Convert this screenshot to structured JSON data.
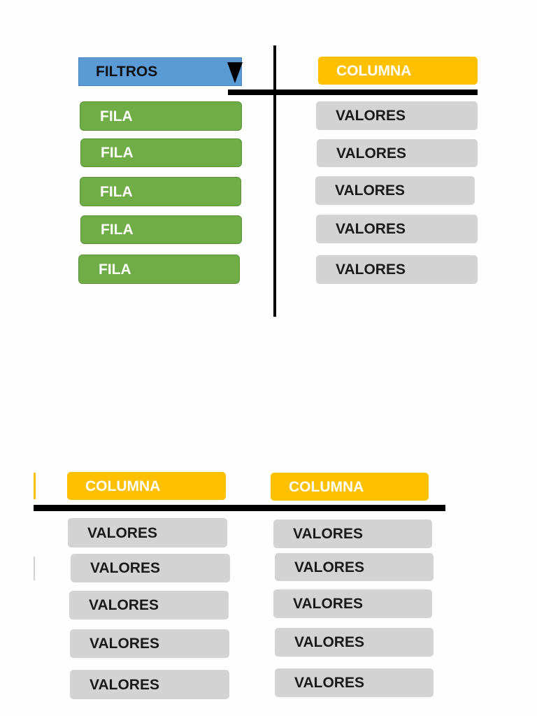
{
  "diagram_top": {
    "filter_label": "FILTROS",
    "column_label": "COLUMNA",
    "row_labels": [
      "FILA",
      "FILA",
      "FILA",
      "FILA",
      "FILA"
    ],
    "value_labels": [
      "VALORES",
      "VALORES",
      "VALORES",
      "VALORES",
      "VALORES"
    ]
  },
  "diagram_bottom": {
    "column_labels": [
      "COLUMNA",
      "COLUMNA"
    ],
    "col1_values": [
      "VALORES",
      "VALORES",
      "VALORES",
      "VALORES",
      "VALORES"
    ],
    "col2_values": [
      "VALORES",
      "VALORES",
      "VALORES",
      "VALORES",
      "VALORES"
    ]
  },
  "colors": {
    "filter": "#5b9bd5",
    "row": "#70ad47",
    "column": "#ffc000",
    "value": "#d3d3d3"
  }
}
